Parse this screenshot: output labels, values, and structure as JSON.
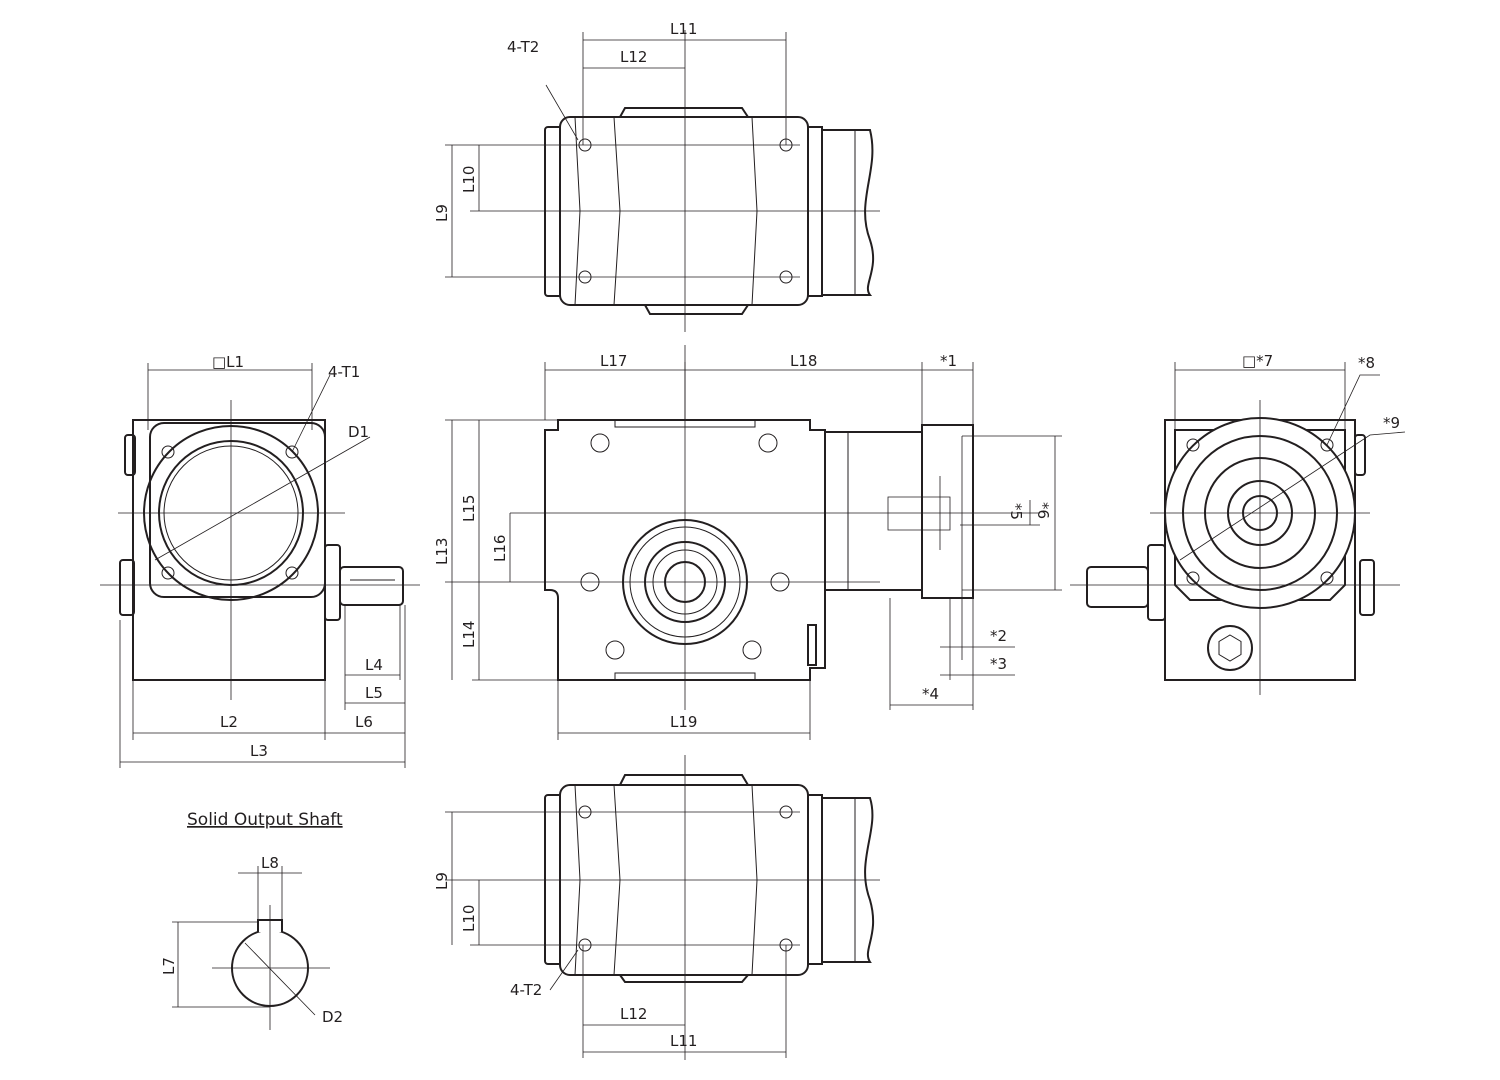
{
  "labels": {
    "top_L11": "L11",
    "top_L12": "L12",
    "top_4T2": "4-T2",
    "top_L10": "L10",
    "top_L9": "L9",
    "L1": "□L1",
    "T1": "4-T1",
    "D1": "D1",
    "L2": "L2",
    "L3": "L3",
    "L4": "L4",
    "L5": "L5",
    "L6": "L6",
    "L17": "L17",
    "L18": "L18",
    "s1": "*1",
    "L13": "L13",
    "L15": "L15",
    "L16": "L16",
    "L14": "L14",
    "L19": "L19",
    "s2": "*2",
    "s3": "*3",
    "s4": "*4",
    "s5": "*5",
    "s6": "*6",
    "s7": "□*7",
    "s8": "*8",
    "s9": "*9",
    "bot_L9": "L9",
    "bot_L10": "L10",
    "bot_L12": "L12",
    "bot_L11": "L11",
    "bot_4T2": "4-T2",
    "shaft_title": "Solid Output Shaft",
    "L8": "L8",
    "L7": "L7",
    "D2": "D2"
  }
}
